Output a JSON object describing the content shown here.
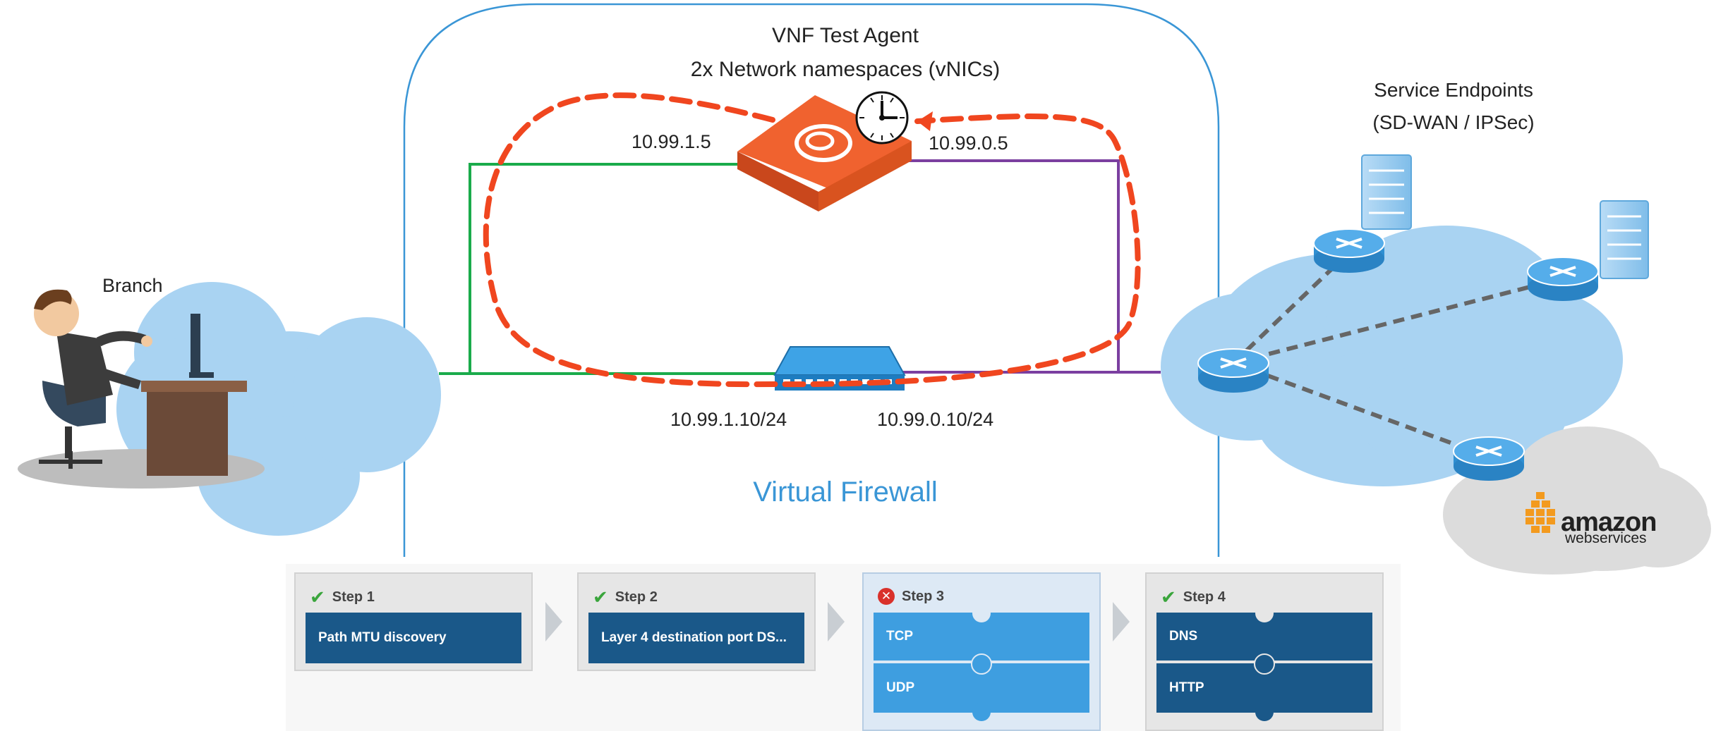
{
  "diagram": {
    "agent_title": "VNF Test Agent",
    "agent_subtitle": "2x Network namespaces (vNICs)",
    "ip_left_agent": "10.99.1.5",
    "ip_right_agent": "10.99.0.5",
    "ip_left_fw": "10.99.1.10/24",
    "ip_right_fw": "10.99.0.10/24",
    "firewall_label": "Virtual Firewall",
    "branch_label": "Branch",
    "endpoints_line1": "Service Endpoints",
    "endpoints_line2": "(SD-WAN / IPSec)",
    "aws_brand": "amazon",
    "aws_sub": "webservices"
  },
  "colors": {
    "firewall_text": "#3a96d6",
    "green_link": "#1aab4b",
    "purple_link": "#7b3fa0",
    "loop_dash": "#f0461f",
    "cloud_blue": "#a9d3f2",
    "agent_orange": "#f0622f",
    "tile_dark": "#1a5889",
    "tile_light": "#3e9ee0"
  },
  "steps": [
    {
      "label": "Step 1",
      "status": "passed",
      "tiles": [
        "Path MTU discovery"
      ]
    },
    {
      "label": "Step 2",
      "status": "passed",
      "tiles": [
        "Layer 4 destination port DS..."
      ]
    },
    {
      "label": "Step 3",
      "status": "failed",
      "tiles": [
        "TCP",
        "UDP"
      ]
    },
    {
      "label": "Step 4",
      "status": "passed",
      "tiles": [
        "DNS",
        "HTTP"
      ]
    }
  ]
}
